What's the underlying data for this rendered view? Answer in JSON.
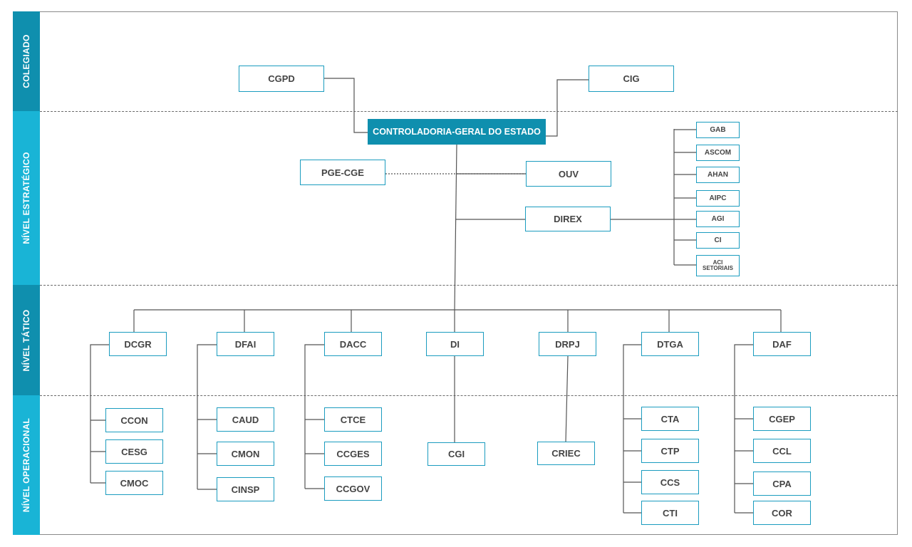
{
  "colors": {
    "band_dark": "#0f8fae",
    "band_light": "#19b4d6",
    "node_border": "#1b9cbf",
    "root_fill": "#0f8fae",
    "line": "#555555"
  },
  "levels": {
    "colegiado": "COLEGIADO",
    "estrategico": "NÍVEL ESTRATÉGICO",
    "tatico": "NÍVEL TÁTICO",
    "operacional": "NÍVEL OPERACIONAL"
  },
  "nodes": {
    "cgpd": "CGPD",
    "cig": "CIG",
    "root": "CONTROLADORIA-GERAL DO ESTADO",
    "pgecge": "PGE-CGE",
    "ouv": "OUV",
    "direx": "DIREX",
    "gab": "GAB",
    "ascom": "ASCOM",
    "ahan": "AHAN",
    "aipc": "AIPC",
    "agi": "AGI",
    "ci": "CI",
    "aci_line1": "ACI",
    "aci_line2": "SETORIAIS",
    "dcgr": "DCGR",
    "dfai": "DFAI",
    "dacc": "DACC",
    "di": "DI",
    "drpj": "DRPJ",
    "dtga": "DTGA",
    "daf": "DAF",
    "ccon": "CCON",
    "cesg": "CESG",
    "cmoc": "CMOC",
    "caud": "CAUD",
    "cmon": "CMON",
    "cinsp": "CINSP",
    "ctce": "CTCE",
    "ccges": "CCGES",
    "ccgov": "CCGOV",
    "cgi": "CGI",
    "criec": "CRIEC",
    "cta": "CTA",
    "ctp": "CTP",
    "ccs": "CCS",
    "cti": "CTI",
    "cgep": "CGEP",
    "ccl": "CCL",
    "cpa": "CPA",
    "cor": "COR"
  }
}
